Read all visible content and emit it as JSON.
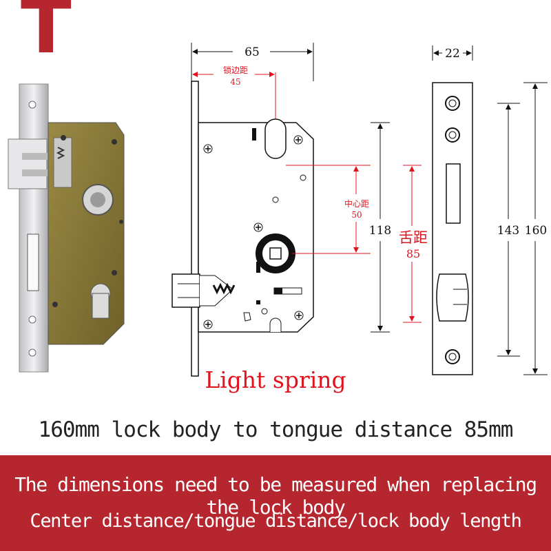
{
  "logo": {
    "letter": "T"
  },
  "dimensions": {
    "width_total": "65",
    "backset_label": "锁边距",
    "backset_value": "45",
    "center_distance_label": "中心距",
    "center_distance_value": "50",
    "body_height": "118",
    "tongue_distance_label": "舌距",
    "tongue_distance_value": "85",
    "faceplate_width": "22",
    "faceplate_inner": "143",
    "faceplate_outer": "160"
  },
  "labels": {
    "spring": "Light spring",
    "subtitle": "160mm lock body to tongue distance 85mm"
  },
  "banner": {
    "line1": "The dimensions need to be measured when replacing the lock body",
    "line2": "Center distance/tongue distance/lock body length"
  },
  "colors": {
    "brand_red": "#b5262f",
    "accent_red": "#e0141e",
    "line_black": "#111111",
    "body_olive": "#8b7a3a",
    "steel": "#d9d9dc"
  }
}
